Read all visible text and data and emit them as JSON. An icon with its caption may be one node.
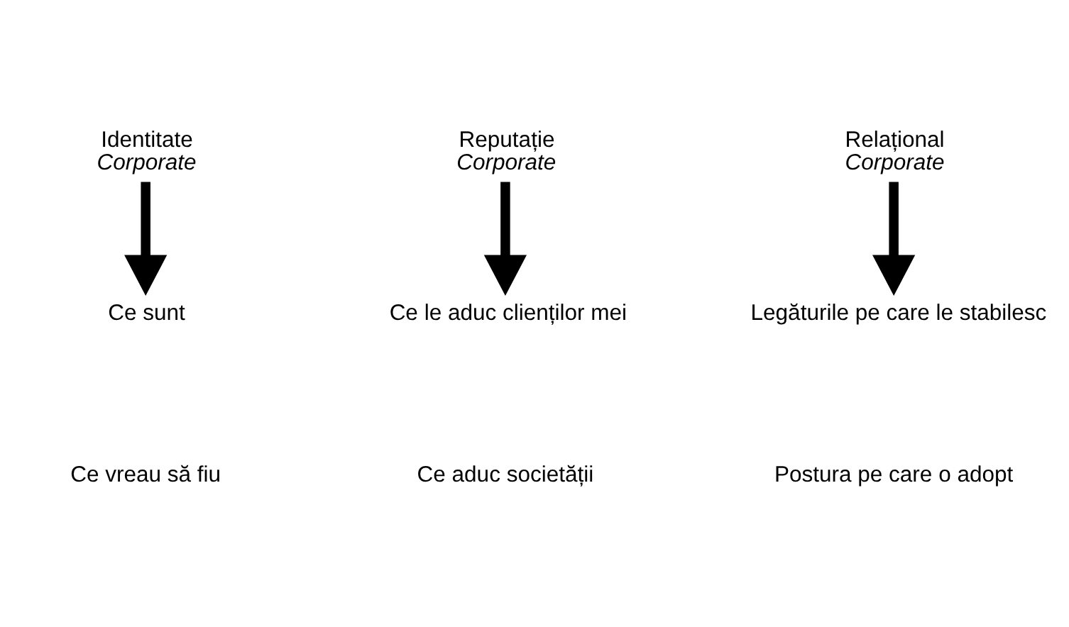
{
  "diagram": {
    "nodes": [
      {
        "text": [
          "Identitate",
          "Corporate"
        ]
      },
      {
        "text": [
          "Ce sunt"
        ]
      },
      {
        "text": [
          "Reputație",
          "Corporate"
        ]
      },
      {
        "text": [
          "Ce le aduc clienților mei"
        ]
      },
      {
        "text": [
          "Relațional",
          "Corporate"
        ]
      },
      {
        "text": [
          "Legăturile pe care le stabilesc"
        ]
      }
    ],
    "edges": [
      {
        "from": 0,
        "to": 1,
        "arrow": "to"
      },
      {
        "from": 2,
        "to": 3,
        "arrow": "to"
      },
      {
        "from": 4,
        "to": 5,
        "arrow": "to"
      }
    ],
    "labels": [
      "Ce vreau să fiu",
      "Ce aduc societății",
      "Postura pe care o adopt"
    ]
  }
}
